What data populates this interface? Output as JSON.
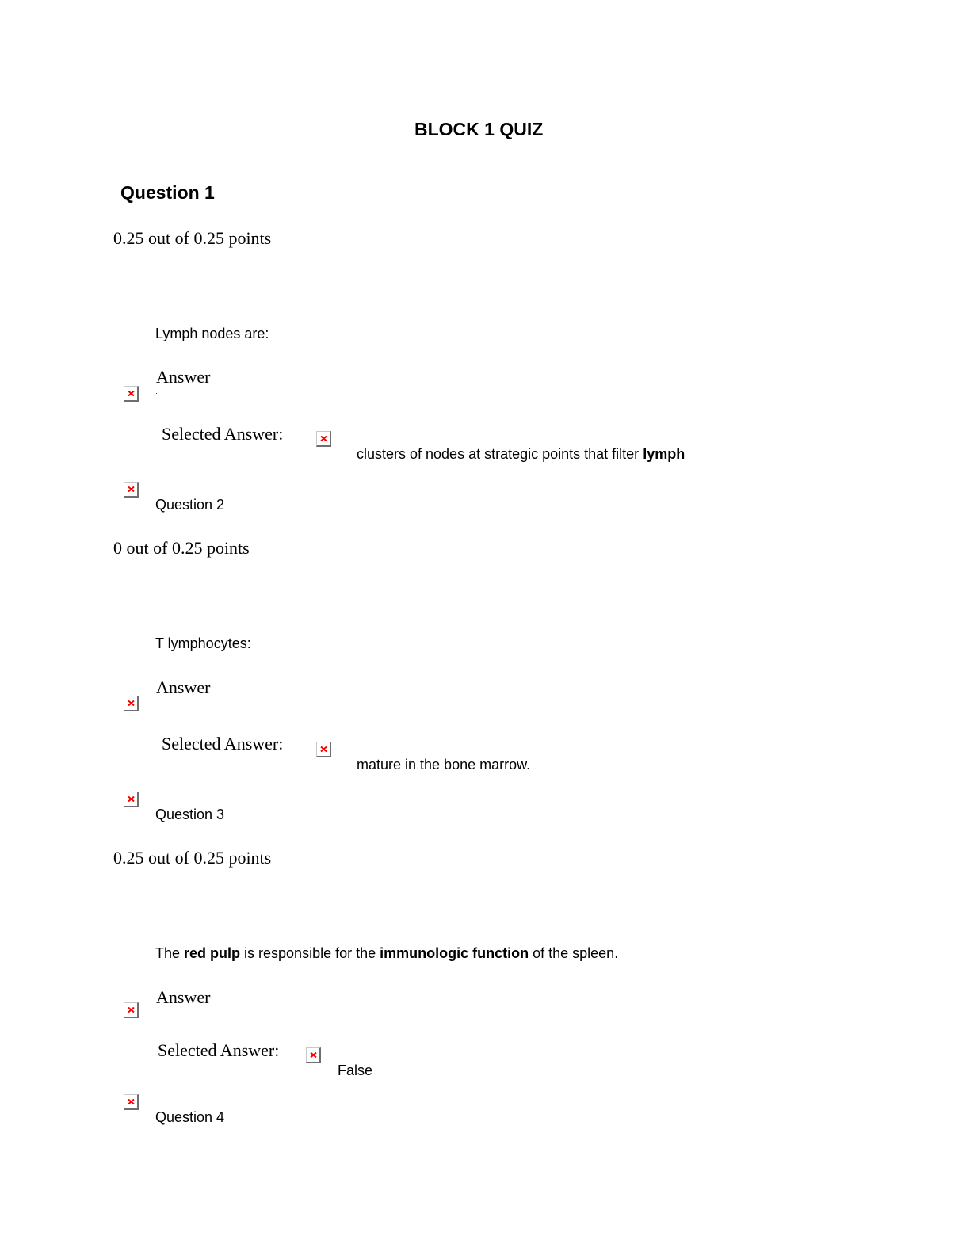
{
  "document": {
    "title": "BLOCK 1 QUIZ"
  },
  "questions": [
    {
      "heading": "Question 1",
      "points": "0.25 out of 0.25 points",
      "prompt_parts": [
        {
          "text": "Lymph nodes are:",
          "bold": false
        }
      ],
      "answer_label": "Answer",
      "selected_answer_label": "Selected Answer:",
      "selected_answer_parts": [
        {
          "text": "clusters of nodes at strategic points that filter ",
          "bold": false
        },
        {
          "text": "lymph",
          "bold": true
        }
      ]
    },
    {
      "heading": "Question 2",
      "points": "0 out of 0.25 points",
      "prompt_parts": [
        {
          "text": "T lymphocytes:",
          "bold": false
        }
      ],
      "answer_label": "Answer",
      "selected_answer_label": "Selected Answer:",
      "selected_answer_parts": [
        {
          "text": "mature in the bone marrow.",
          "bold": false
        }
      ]
    },
    {
      "heading": "Question 3",
      "points": "0.25 out of 0.25 points",
      "prompt_parts": [
        {
          "text": "The ",
          "bold": false
        },
        {
          "text": "red pulp",
          "bold": true
        },
        {
          "text": " is responsible for the ",
          "bold": false
        },
        {
          "text": "immunologic function",
          "bold": true
        },
        {
          "text": " of the spleen.",
          "bold": false
        }
      ],
      "answer_label": "Answer",
      "selected_answer_label": "Selected Answer:",
      "selected_answer_parts": [
        {
          "text": "False",
          "bold": false
        }
      ]
    },
    {
      "heading": "Question 4"
    }
  ],
  "icons": {
    "broken_image": "broken-image-icon",
    "broken_image_color": "#ff0000"
  }
}
